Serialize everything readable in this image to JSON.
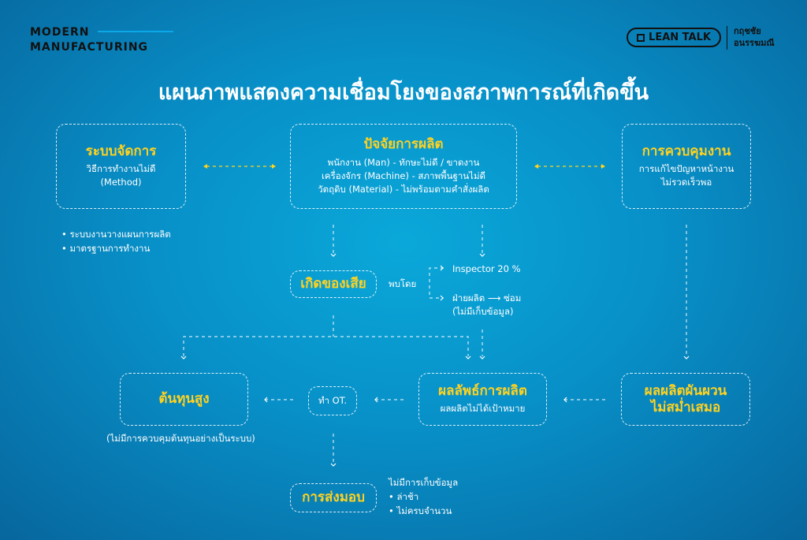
{
  "header": {
    "brand_line1": "MODERN",
    "brand_line2": "MANUFACTURING",
    "logo": "LEAN TALK",
    "author_line1": "กฤชชัย",
    "author_line2": "อนรรฆมณี"
  },
  "title": "แผนภาพแสดงความเชื่อมโยงของสภาพการณ์ที่เกิดขึ้น",
  "management": {
    "title": "ระบบจัดการ",
    "line1": "วิธีการทำงานไม่ดี",
    "line2": "(Method)",
    "bullets": [
      "ระบบงานวางแผนการผลิต",
      "มาตรฐานการทำงาน"
    ]
  },
  "factors": {
    "title": "ปัจจัยการผลิต",
    "lines": [
      "พนักงาน (Man) - ทักษะไม่ดี / ขาดงาน",
      "เครื่องจักร (Machine) - สภาพพื้นฐานไม่ดี",
      "วัตถุดิบ (Material) - ไม่พร้อมตามคำสั่งผลิต"
    ]
  },
  "control": {
    "title": "การควบคุมงาน",
    "line1": "การแก้ไขปัญหาหน้างาน",
    "line2": "ไม่รวดเร็วพอ"
  },
  "waste": {
    "title": "เกิดของเสีย",
    "found_by": "พบโดย",
    "inspector": "Inspector 20 %",
    "production": "ฝ่ายผลิต ⟶ ซ่อม",
    "production_note": "(ไม่มีเก็บข้อมูล)"
  },
  "cost": {
    "title": "ต้นทุนสูง",
    "note": "(ไม่มีการควบคุมต้นทุนอย่างเป็นระบบ)"
  },
  "ot": {
    "label": "ทำ OT."
  },
  "result": {
    "title": "ผลลัพธ์การผลิต",
    "line1": "ผลผลิตไม่ได้เป้าหมาย"
  },
  "fluct": {
    "title_line1": "ผลผลิตผันผวน",
    "title_line2": "ไม่สม่ำเสมอ"
  },
  "delivery": {
    "title": "การส่งมอบ",
    "note": "ไม่มีการเก็บข้อมูล",
    "bullets": [
      "ล่าช้า",
      "ไม่ครบจำนวน"
    ]
  },
  "colors": {
    "accent": "#ffd21f",
    "line": "#ffffff"
  }
}
